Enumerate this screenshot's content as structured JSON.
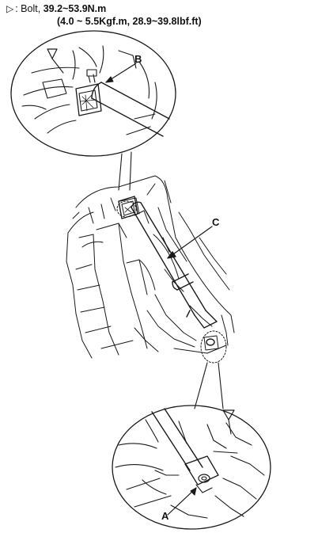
{
  "spec": {
    "symbol": "▷",
    "label": ": Bolt,",
    "torque_nm": "39.2~53.9N.m",
    "torque_alt": "(4.0 ~ 5.5Kgf.m, 28.9~39.8lbf.ft)"
  },
  "callouts": {
    "a": "A",
    "b": "B",
    "c": "C"
  },
  "colors": {
    "line": "#1a1a1a",
    "background": "#ffffff"
  }
}
